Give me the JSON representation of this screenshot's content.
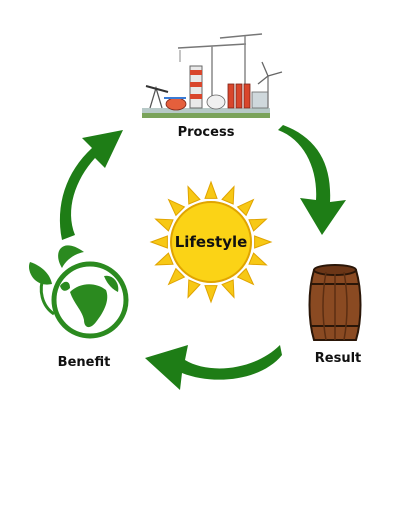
{
  "center": {
    "label": "Lifestyle",
    "icon": "sun-icon"
  },
  "nodes": {
    "process": {
      "label": "Process",
      "icon": "factory-icon"
    },
    "result": {
      "label": "Result",
      "icon": "barrel-icon"
    },
    "benefit": {
      "label": "Benefit",
      "icon": "globe-leaf-icon"
    }
  },
  "colors": {
    "arrow": "#1e7d16",
    "sun_ray": "#f7c815",
    "sun_core": "#fbd316",
    "sun_outline": "#e0a400",
    "barrel": "#8a4a22",
    "barrel_dark": "#5c2e12",
    "globe_green": "#2b8a1f",
    "text": "#111111"
  }
}
